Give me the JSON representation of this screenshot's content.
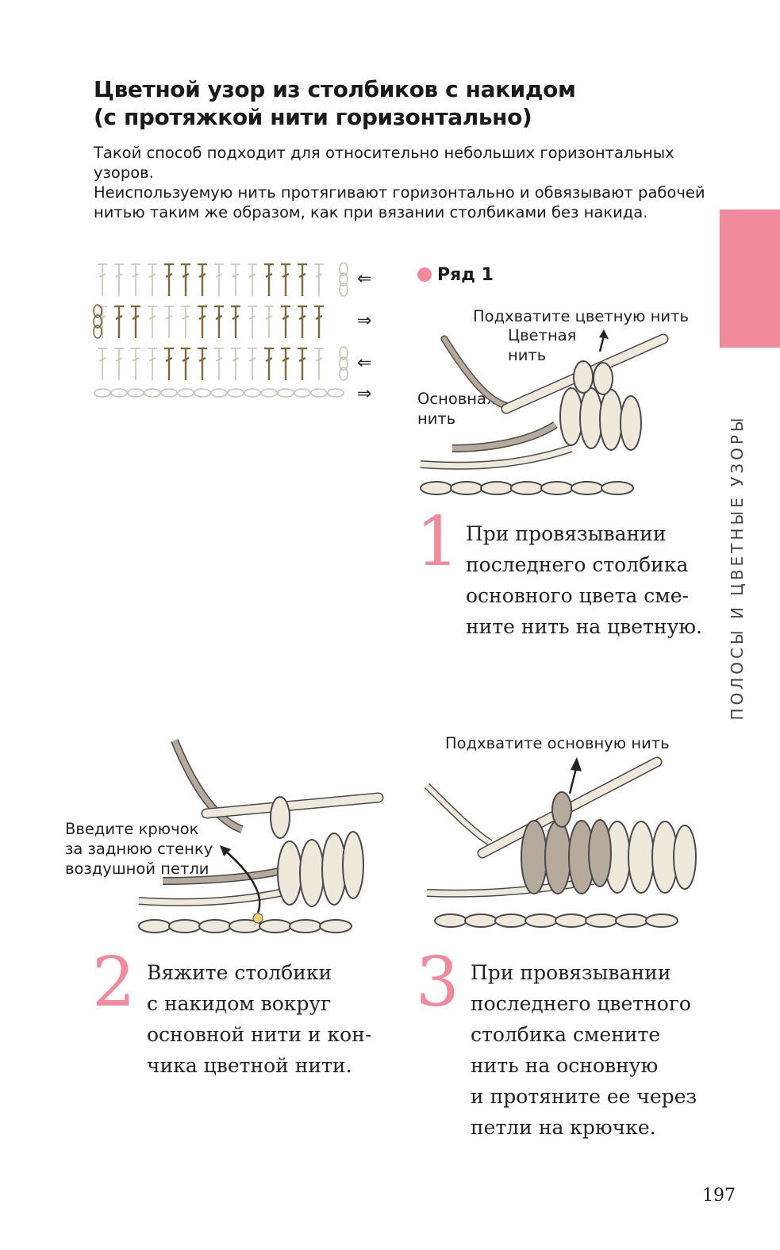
{
  "title_line1": "Цветной узор из столбиков с накидом",
  "title_line2": "(с протяжкой нити горизонтально)",
  "intro_p1": "Такой способ подходит для относительно небольших горизонтальных узоров.",
  "intro_p2": "Неиспользуемую нить протягивают горизонтально и обвязывают рабочей нитью таким же образом, как при вязании столбиками без накида.",
  "side_label": "ПОЛОСЫ И ЦВЕТНЫЕ УЗОРЫ",
  "diagram": {
    "arrows": [
      "⇐",
      "⇒",
      "⇐",
      "⇒"
    ],
    "colors": {
      "main": "#c8c2b2",
      "contrast": "#7d6a3f"
    }
  },
  "step1": {
    "row_label": "Ряд 1",
    "callout_top": "Подхватите цветную нить",
    "callout_color_line1": "Цветная",
    "callout_color_line2": "нить",
    "callout_main_line1": "Основная",
    "callout_main_line2": "нить",
    "number": "1",
    "text": "При провязывании\nпоследнего столбика\nосновного цвета сме-\nните нить на цветную."
  },
  "step2": {
    "callout_line1": "Введите крючок",
    "callout_line2": "за заднюю стенку",
    "callout_line3": "воздушной петли",
    "number": "2",
    "text": "Вяжите столбики\nс накидом вокруг\nосновной нити и кон-\nчика цветной нити."
  },
  "step3": {
    "callout_top": "Подхватите основную нить",
    "number": "3",
    "text": "При провязывании\nпоследнего цветного\nстолбика смените\nнить на основную\nи протяните ее через\nпетли на крючке."
  },
  "page_number": "197",
  "accent_color": "#f08a9c"
}
